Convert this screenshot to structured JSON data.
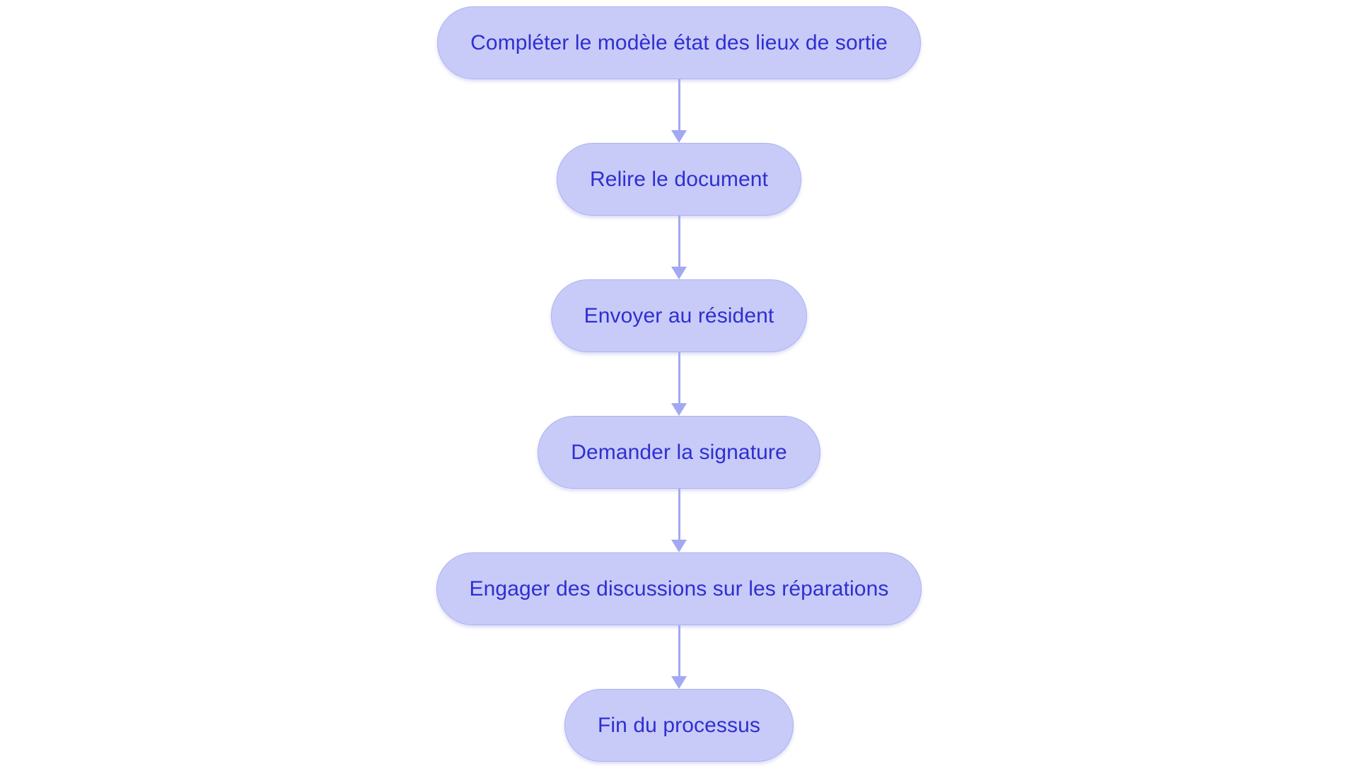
{
  "diagram": {
    "type": "flowchart",
    "orientation": "top-to-bottom",
    "background_color": "#ffffff",
    "node_fill_color": "#c8cbf8",
    "node_border_color": "#adb2f2",
    "node_text_color": "#2f2fd0",
    "connector_color": "#a2a9f2",
    "nodes": [
      {
        "id": "node-1",
        "label": "Compléter le modèle état des lieux de sortie",
        "shape": "stadium"
      },
      {
        "id": "node-2",
        "label": "Relire le document",
        "shape": "stadium"
      },
      {
        "id": "node-3",
        "label": "Envoyer au résident",
        "shape": "stadium"
      },
      {
        "id": "node-4",
        "label": "Demander la signature",
        "shape": "stadium"
      },
      {
        "id": "node-5",
        "label": "Engager des discussions sur les réparations",
        "shape": "stadium"
      },
      {
        "id": "node-6",
        "label": "Fin du processus",
        "shape": "stadium"
      }
    ],
    "edges": [
      {
        "from": "node-1",
        "to": "node-2",
        "arrow": "down"
      },
      {
        "from": "node-2",
        "to": "node-3",
        "arrow": "down"
      },
      {
        "from": "node-3",
        "to": "node-4",
        "arrow": "down"
      },
      {
        "from": "node-4",
        "to": "node-5",
        "arrow": "down"
      },
      {
        "from": "node-5",
        "to": "node-6",
        "arrow": "down"
      }
    ]
  }
}
